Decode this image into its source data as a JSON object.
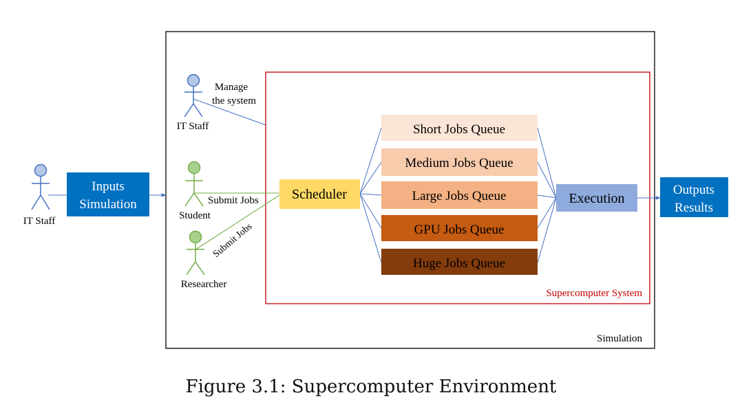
{
  "frame": {
    "label": "Simulation"
  },
  "system": {
    "label": "Supercomputer System"
  },
  "actors": {
    "it_staff_left": {
      "label": "IT Staff"
    },
    "it_staff_top": {
      "label": "IT Staff",
      "note_line1": "Manage",
      "note_line2": "the system"
    },
    "student": {
      "label": "Student",
      "edge_label": "Submit Jobs"
    },
    "researcher": {
      "label": "Researcher",
      "edge_label": "Submit Jobs"
    }
  },
  "inputs": {
    "line1": "Inputs",
    "line2": "Simulation"
  },
  "scheduler": {
    "label": "Scheduler"
  },
  "queues": [
    {
      "label": "Short Jobs Queue",
      "color": "#fbe5d6"
    },
    {
      "label": "Medium Jobs Queue",
      "color": "#f8cbad"
    },
    {
      "label": "Large Jobs Queue",
      "color": "#f4b183"
    },
    {
      "label": "GPU Jobs Queue",
      "color": "#c55a11"
    },
    {
      "label": "Huge Jobs Queue",
      "color": "#843c0c"
    }
  ],
  "execution": {
    "label": "Execution"
  },
  "outputs": {
    "line1": "Outputs",
    "line2": "Results"
  },
  "caption": "Figure 3.1: Supercomputer Environment",
  "colors": {
    "blue_box": "#0070c0",
    "scheduler": "#ffd966",
    "execution": "#8faadc",
    "system_border": "#c00000",
    "connector": "#4472c4",
    "green_line": "#70ad47",
    "actor_blue": "#4472c4",
    "actor_blue_fill": "#b4c7e7",
    "actor_green": "#70ad47",
    "actor_green_fill": "#a9d18e"
  }
}
